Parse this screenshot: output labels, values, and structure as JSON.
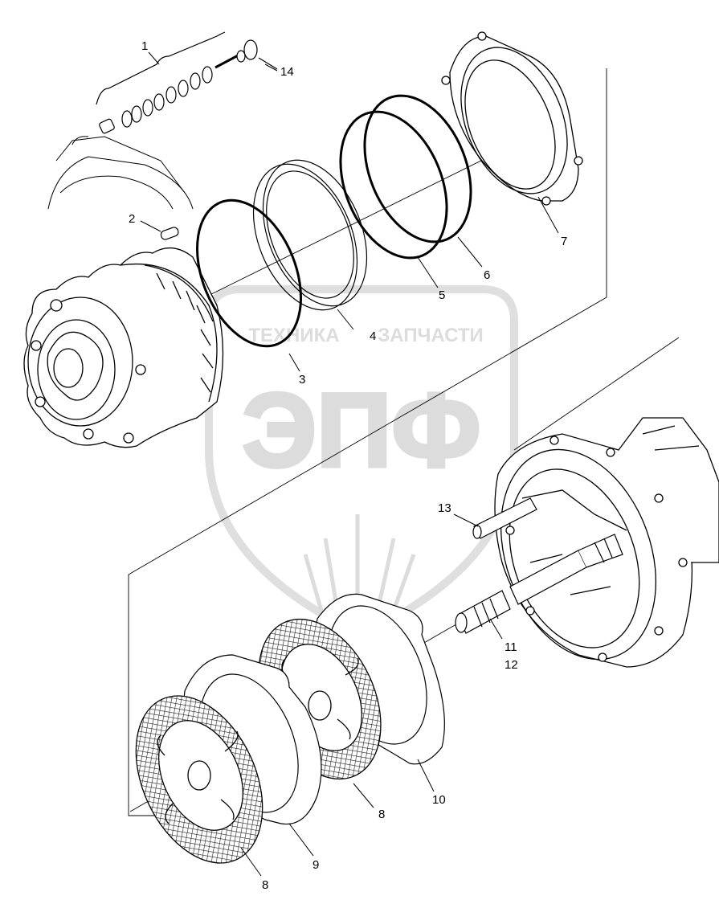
{
  "watermark": {
    "line1": "ТЕХНИКА",
    "line2": "ЗАПЧАСТИ",
    "logo": "ЭПФ"
  },
  "callouts": [
    {
      "id": "1",
      "text": "1"
    },
    {
      "id": "2",
      "text": "2"
    },
    {
      "id": "3",
      "text": "3"
    },
    {
      "id": "4",
      "text": "4"
    },
    {
      "id": "5",
      "text": "5"
    },
    {
      "id": "6",
      "text": "6"
    },
    {
      "id": "7",
      "text": "7"
    },
    {
      "id": "8a",
      "text": "8"
    },
    {
      "id": "8b",
      "text": "8"
    },
    {
      "id": "9",
      "text": "9"
    },
    {
      "id": "10",
      "text": "10"
    },
    {
      "id": "11",
      "text": "11"
    },
    {
      "id": "12",
      "text": "12"
    },
    {
      "id": "13",
      "text": "13"
    },
    {
      "id": "14",
      "text": "14"
    }
  ]
}
